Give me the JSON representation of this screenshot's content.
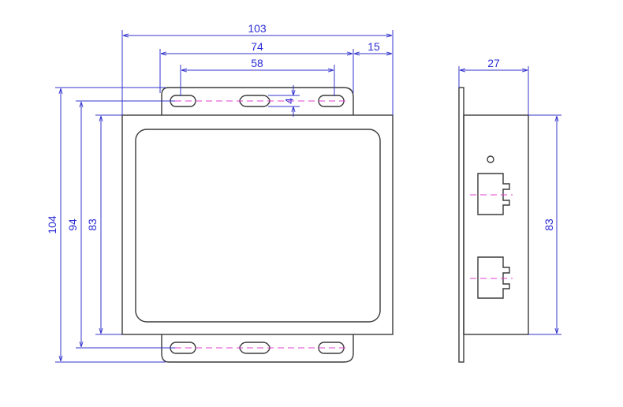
{
  "front_view": {
    "dimensions": {
      "overall_width": "103",
      "hole_span_outer": "74",
      "hole_span_inner": "58",
      "flange_offset": "15",
      "slot_height": "4",
      "overall_height": "104",
      "flange_height": "94",
      "body_height": "83"
    }
  },
  "side_view": {
    "dimensions": {
      "depth": "27",
      "body_height": "83"
    }
  },
  "colors": {
    "outline": "#3a3a3a",
    "dimension": "#3333cc",
    "centerline": "#e040d0",
    "text": "#2b2bd6"
  }
}
